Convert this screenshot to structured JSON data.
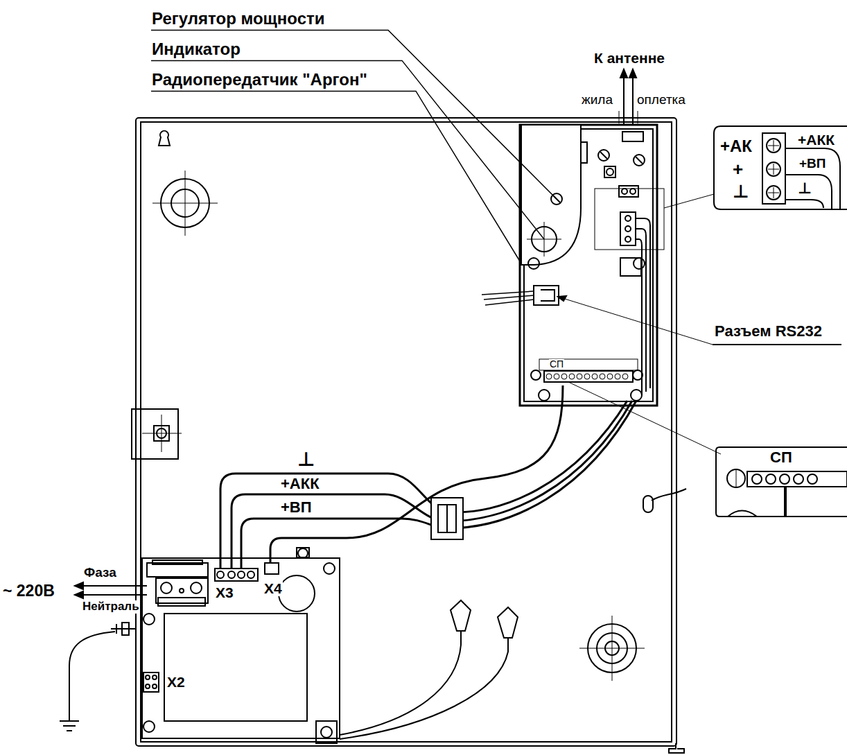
{
  "diagram": {
    "labels": [
      "Регулятор мощности",
      "Индикатор",
      "Радиопередатчик \"Аргон\"",
      "К антенне",
      "жила",
      "оплетка",
      "+АК",
      "+",
      "⊥",
      "+АКК",
      "+ВП",
      "⊥",
      "Разъем RS232",
      "СП",
      "СП",
      "⊥",
      "+АКК",
      "+ВП",
      "Фаза",
      "~ 220В",
      "Нейтраль",
      "X3",
      "X4",
      "X2"
    ]
  }
}
